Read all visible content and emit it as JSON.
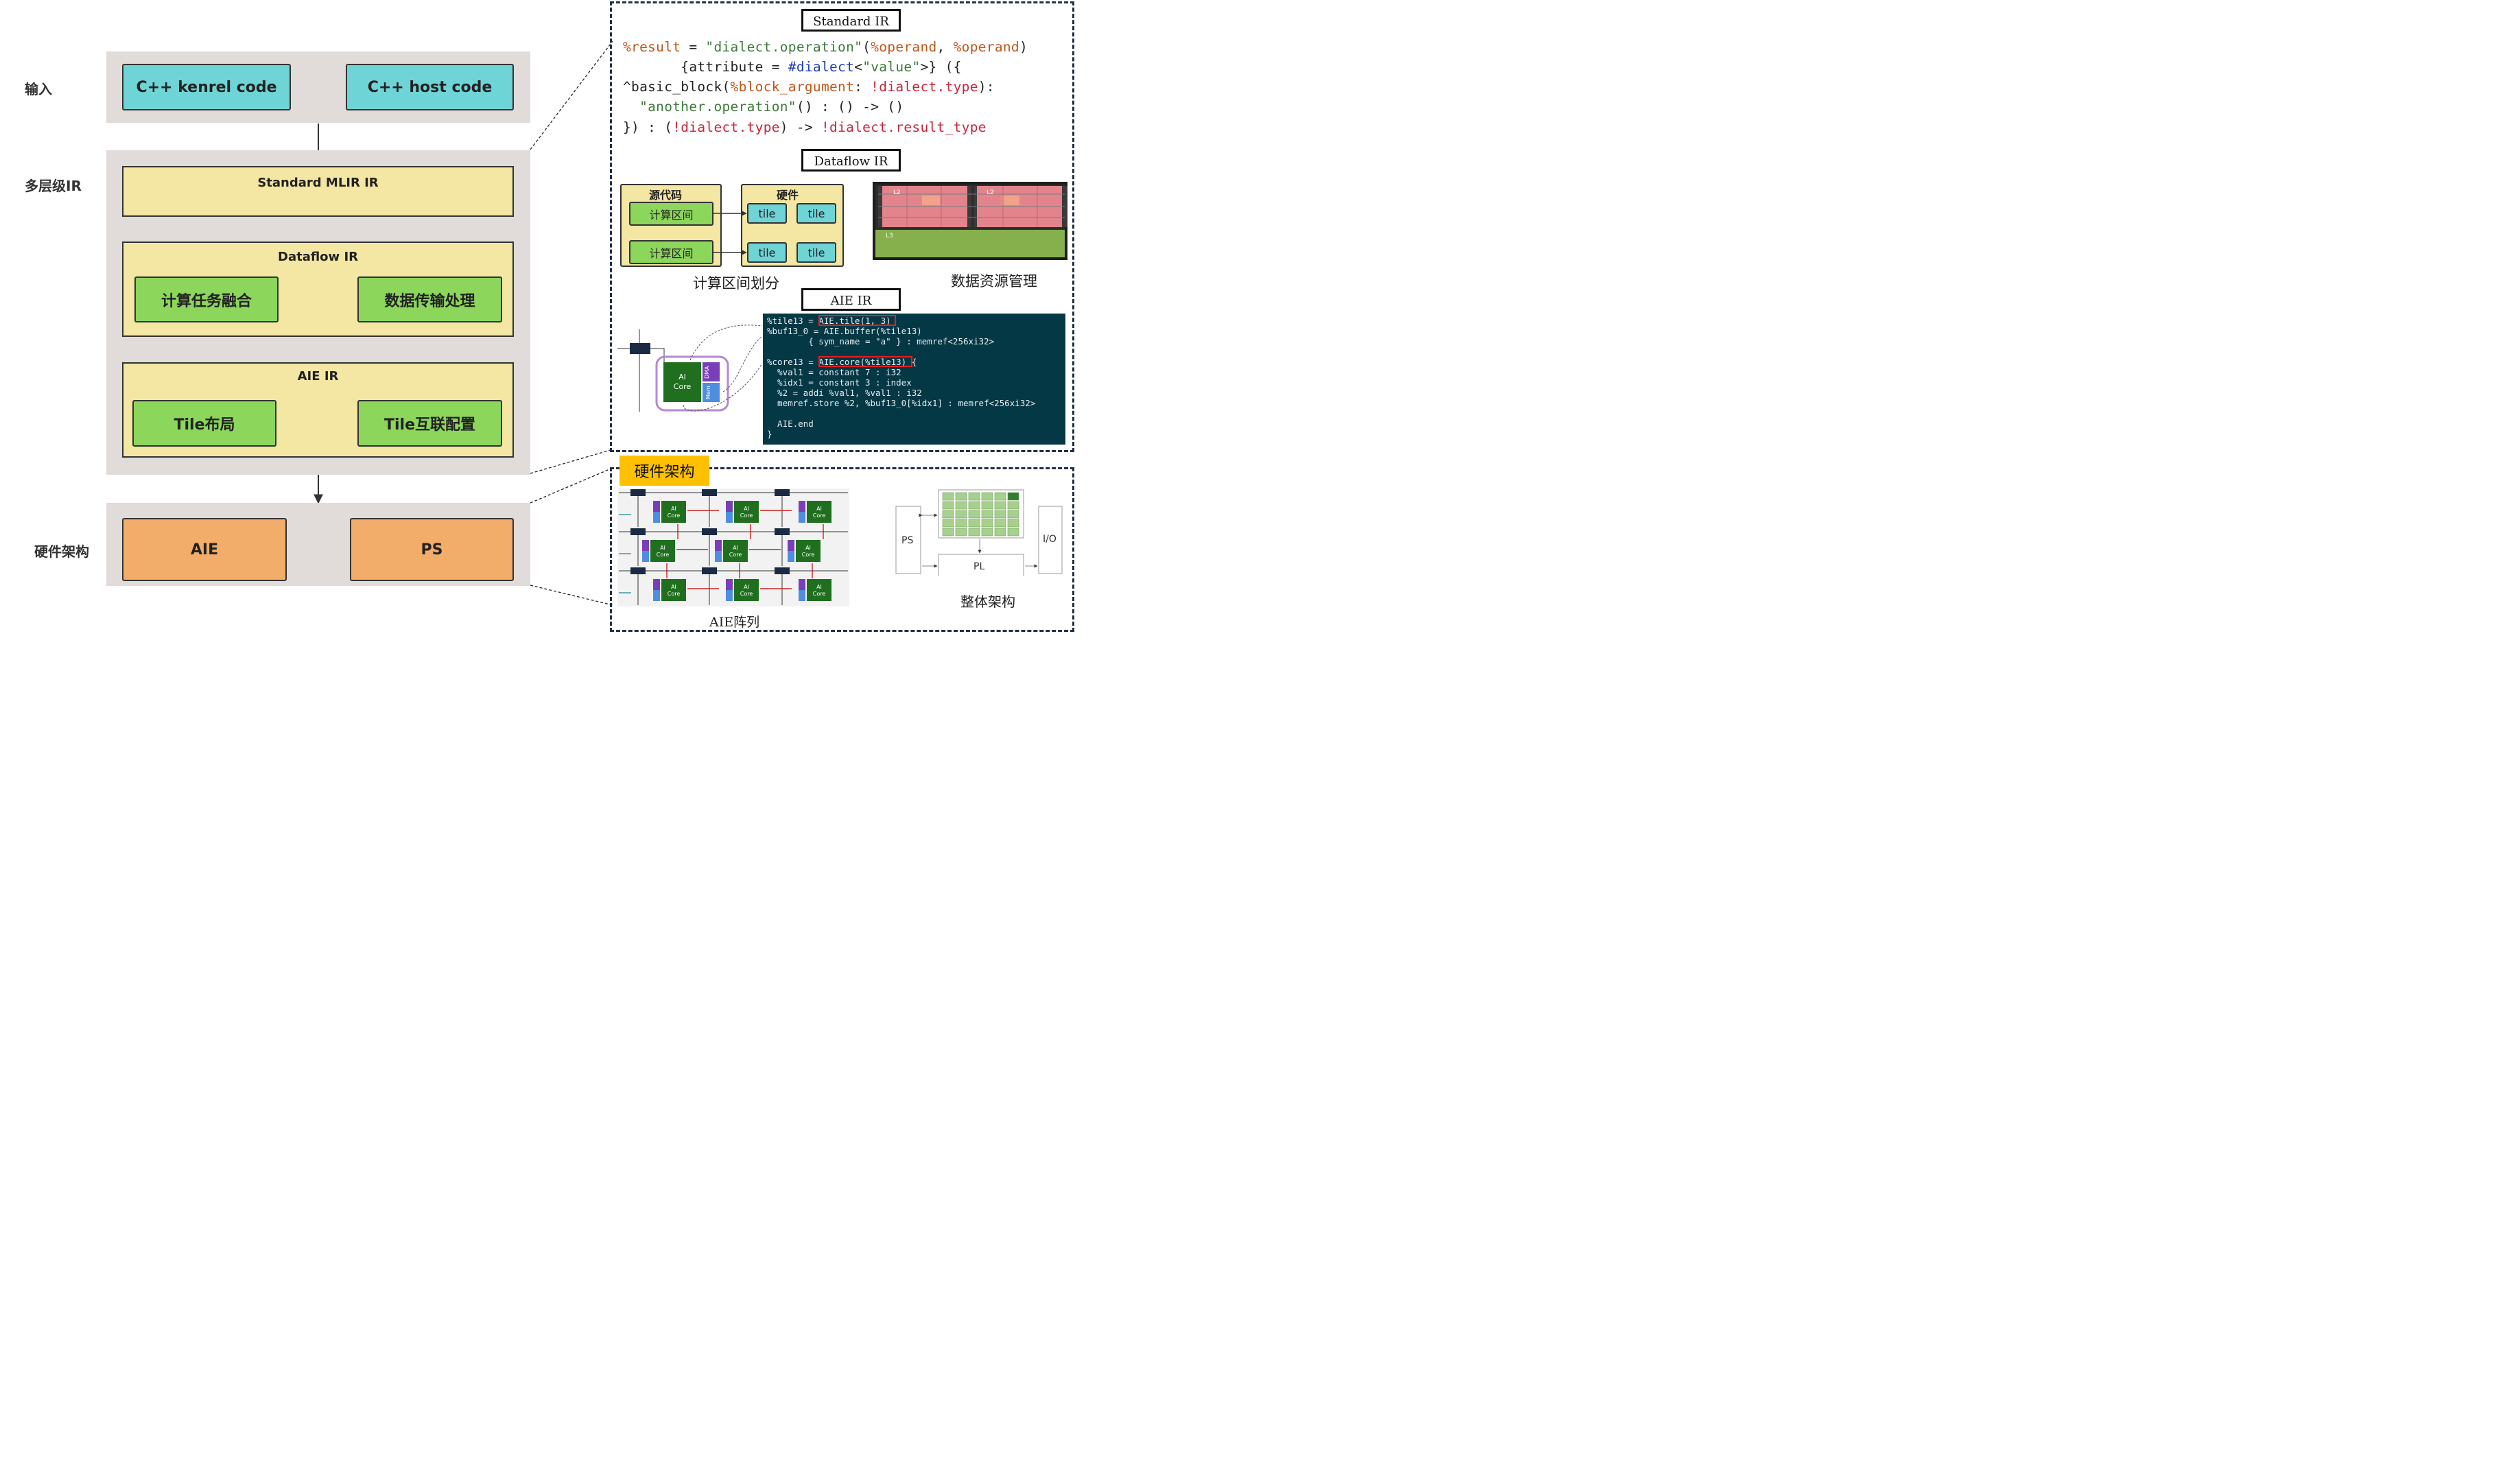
{
  "left": {
    "row_labels": {
      "input": "输入",
      "ir": "多层级IR",
      "hardware": "硬件架构"
    },
    "input_boxes": [
      "C++ kenrel code",
      "C++ host code"
    ],
    "ir_layers": {
      "standard": "Standard MLIR IR",
      "dataflow": "Dataflow IR",
      "dataflow_items": [
        "计算任务融合",
        "数据传输处理"
      ],
      "aie": "AIE IR",
      "aie_items": [
        "Tile布局",
        "Tile互联配置"
      ]
    },
    "hw_boxes": [
      "AIE",
      "PS"
    ]
  },
  "right_top": {
    "standard_ir_title": "Standard IR",
    "code": [
      [
        [
          "%result",
          "c-orange"
        ],
        [
          " = ",
          "c-dark"
        ],
        [
          "\"dialect.operation\"",
          "c-green"
        ],
        [
          "(",
          "c-dark"
        ],
        [
          "%operand",
          "c-orange"
        ],
        [
          ", ",
          "c-dark"
        ],
        [
          "%operand",
          "c-orange"
        ],
        [
          ")",
          "c-dark"
        ]
      ],
      [
        [
          "       {attribute = ",
          "c-dark"
        ],
        [
          "#dialect",
          "c-blue"
        ],
        [
          "<",
          "c-dark"
        ],
        [
          "\"value\"",
          "c-green"
        ],
        [
          ">} ({",
          "c-dark"
        ]
      ],
      [
        [
          "^basic_block(",
          "c-dark"
        ],
        [
          "%block_argument",
          "c-orange"
        ],
        [
          ": ",
          "c-dark"
        ],
        [
          "!dialect.type",
          "c-red"
        ],
        [
          "):",
          "c-dark"
        ]
      ],
      [
        [
          "  \"another.operation\"",
          "c-green"
        ],
        [
          "() : () -> ()",
          "c-dark"
        ]
      ],
      [
        [
          "}) : (",
          "c-dark"
        ],
        [
          "!dialect.type",
          "c-red"
        ],
        [
          ") -> ",
          "c-dark"
        ],
        [
          "!dialect.result_type",
          "c-red"
        ]
      ]
    ],
    "dataflow_ir_title": "Dataflow IR",
    "source_label": "源代码",
    "hardware_label": "硬件",
    "calc_interval": "计算区间",
    "tile_label": "tile",
    "l2_label": "L2",
    "l3_label": "L3",
    "caption_partition": "计算区间划分",
    "caption_data": "数据资源管理",
    "aie_ir_title": "AIE IR",
    "aie_code": [
      "%tile13 = AIE.tile(1, 3)",
      "%buf13_0 = AIE.buffer(%tile13)",
      "        { sym_name = \"a\" } : memref<256xi32>",
      "",
      "%core13 = AIE.core(%tile13) {",
      "  %val1 = constant 7 : i32",
      "  %idx1 = constant 3 : index",
      "  %2 = addi %val1, %val1 : i32",
      "  memref.store %2, %buf13_0[%idx1] : memref<256xi32>",
      "",
      "  AIE.end",
      "}"
    ],
    "ai_core": [
      "AI",
      "Core"
    ],
    "dma": "DMA",
    "mem": "Mem"
  },
  "right_bottom": {
    "badge": "硬件架构",
    "aie_array_caption": "AIE阵列",
    "overall_caption": "整体架构",
    "ps": "PS",
    "pl": "PL",
    "io": "I/O"
  }
}
